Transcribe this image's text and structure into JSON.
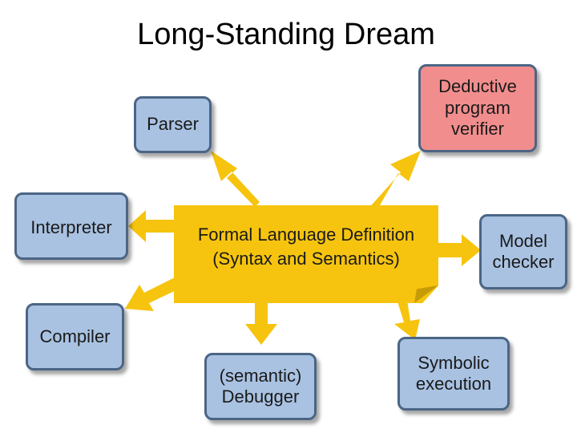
{
  "title": "Long-Standing Dream",
  "center": {
    "line1": "Formal Language Definition",
    "line2": "(Syntax and Semantics)"
  },
  "nodes": {
    "parser": "Parser",
    "verifier": [
      "Deductive",
      "program",
      "verifier"
    ],
    "interpreter": "Interpreter",
    "model_checker": [
      "Model",
      "checker"
    ],
    "compiler": "Compiler",
    "debugger": [
      "(semantic)",
      "Debugger"
    ],
    "symbolic": [
      "Symbolic",
      "execution"
    ]
  },
  "colors": {
    "center_fill": "#f6c40f",
    "arrow_fill": "#f6c40f",
    "node_fill": "#a9c2e2",
    "verifier_fill": "#f28d8d",
    "node_border": "#4b6585"
  }
}
